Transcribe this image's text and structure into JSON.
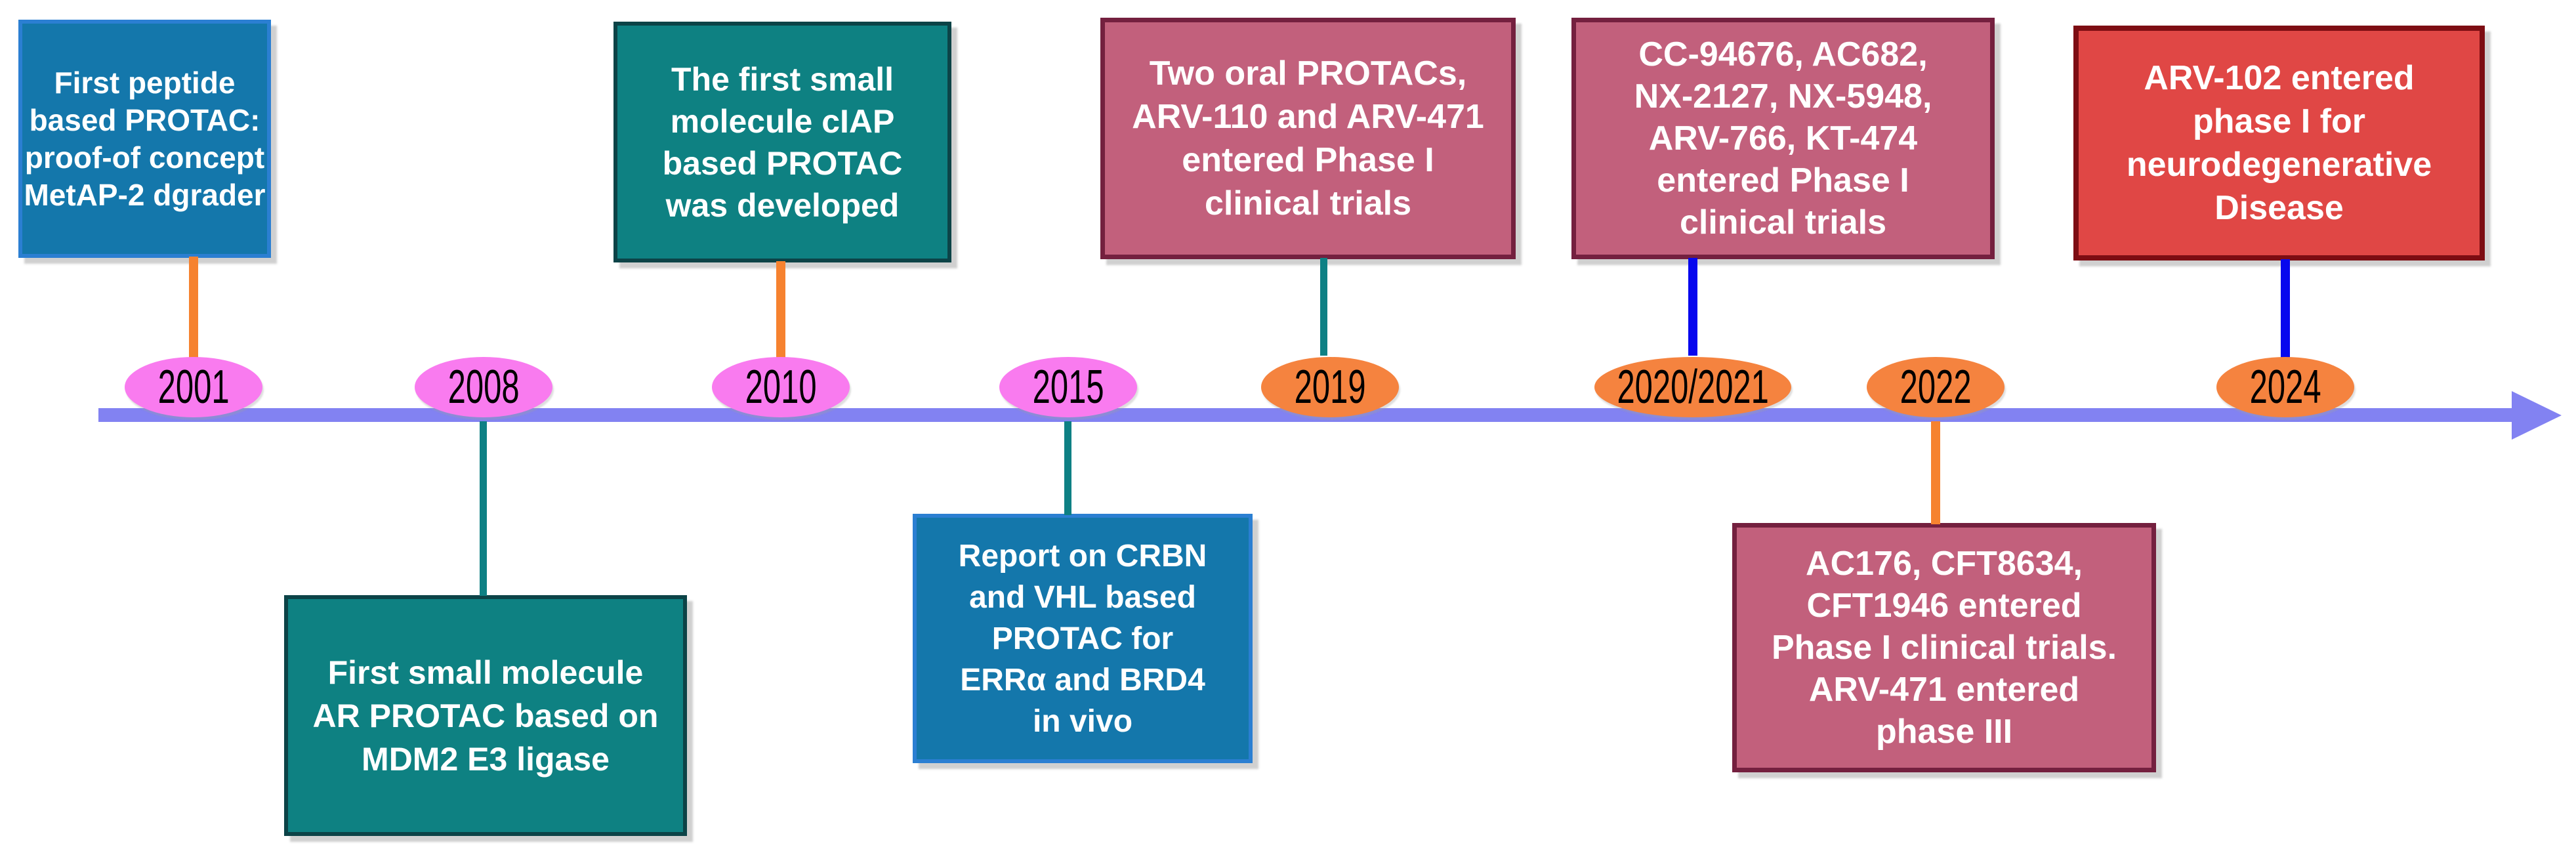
{
  "timeline": {
    "bar_color": "#8282f2",
    "marker_text_color": "#000000",
    "direction": "left-to-right"
  },
  "events": [
    {
      "year": "2001",
      "position": "above",
      "box_color": "#1477ab",
      "box_border_color": "#2b7fd2",
      "connector_color": "#f6822f",
      "marker_color": "#f97bef",
      "lines": [
        "First peptide",
        "based PROTAC:",
        "proof-of concept",
        "MetAP-2 dgrader"
      ]
    },
    {
      "year": "2008",
      "position": "below",
      "box_color": "#0e8182",
      "box_border_color": "#0c4347",
      "connector_color": "#0e8084",
      "marker_color": "#f97bef",
      "lines": [
        "First small molecule",
        "AR PROTAC based on",
        "MDM2 E3 ligase"
      ]
    },
    {
      "year": "2010",
      "position": "above",
      "box_color": "#0e8182",
      "box_border_color": "#0c4347",
      "connector_color": "#f6822f",
      "marker_color": "#f97bef",
      "lines": [
        "The first small",
        "molecule cIAP",
        "based PROTAC",
        "was developed"
      ]
    },
    {
      "year": "2015",
      "position": "below",
      "box_color": "#1477ab",
      "box_border_color": "#2b7fd2",
      "connector_color": "#0e8084",
      "marker_color": "#f97bef",
      "lines": [
        "Report on CRBN",
        "and VHL based",
        "PROTAC for",
        "ERRα and BRD4",
        "in vivo"
      ]
    },
    {
      "year": "2019",
      "position": "above",
      "box_color": "#c2607c",
      "box_border_color": "#74203f",
      "connector_color": "#0e8084",
      "marker_color": "#f5833f",
      "lines": [
        "Two oral PROTACs,",
        "ARV-110 and ARV-471",
        "entered Phase I",
        "clinical trials"
      ]
    },
    {
      "year": "2020/2021",
      "position": "above",
      "box_color": "#c2607c",
      "box_border_color": "#74203f",
      "connector_color": "#0707ee",
      "marker_color": "#f5833f",
      "lines": [
        "CC-94676, AC682,",
        "NX-2127, NX-5948,",
        "ARV-766, KT-474",
        "entered Phase I",
        "clinical trials"
      ]
    },
    {
      "year": "2022",
      "position": "below",
      "box_color": "#c2607c",
      "box_border_color": "#74203f",
      "connector_color": "#f6822f",
      "marker_color": "#f5833f",
      "lines": [
        "AC176, CFT8634,",
        "CFT1946 entered",
        "Phase I clinical trials.",
        "ARV-471 entered",
        "phase III"
      ]
    },
    {
      "year": "2024",
      "position": "above",
      "box_color": "#e04745",
      "box_border_color": "#7d0d13",
      "connector_color": "#0707ee",
      "marker_color": "#f5833f",
      "lines": [
        "ARV-102 entered",
        "phase I for",
        "neurodegenerative",
        "Disease"
      ]
    }
  ]
}
